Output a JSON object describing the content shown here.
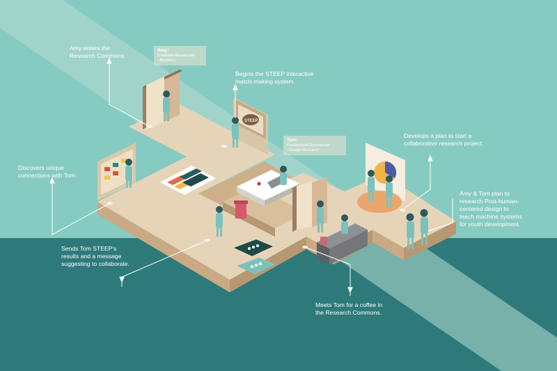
{
  "colors": {
    "wall": "#86cbc1",
    "floor_band": "#2e7a7a",
    "floor_top": "#e6d4b8",
    "floor_side": "#c9aa85",
    "floor_front": "#b79872",
    "person": "#7cc2bc",
    "person_dark": "#2a5c5a",
    "annotation": "#ffffff"
  },
  "annotations": [
    {
      "id": "amy-enters",
      "text": "Amy enters the\nResearch Commons"
    },
    {
      "id": "steep",
      "text": "Begins the STEEP interactive\nmatch-making system."
    },
    {
      "id": "discovers",
      "text": "Discovers unique\nconnections with Tom."
    },
    {
      "id": "develops",
      "text": "Develops a plan to start a\ncollaborative research project."
    },
    {
      "id": "plan",
      "text": "Amy & Tom plan to\nresearch Post-human-\ncentered design to\nteach machine systems\nfor youth development."
    },
    {
      "id": "sends",
      "text": "Sends Tom STEEP's\nresults and a message\nsuggesting to collaborate."
    },
    {
      "id": "meets",
      "text": "Meets Tom for a coffee in\nthe Research Commons."
    }
  ],
  "tags": [
    {
      "id": "amy",
      "name": "Amy:",
      "role": "Graduate Researcher\n- Bioethics"
    },
    {
      "id": "tom",
      "name": "Tom:",
      "role": "Postdoctoral Researcher\n- Design Research"
    }
  ],
  "screen": {
    "brand": "STEEP"
  }
}
